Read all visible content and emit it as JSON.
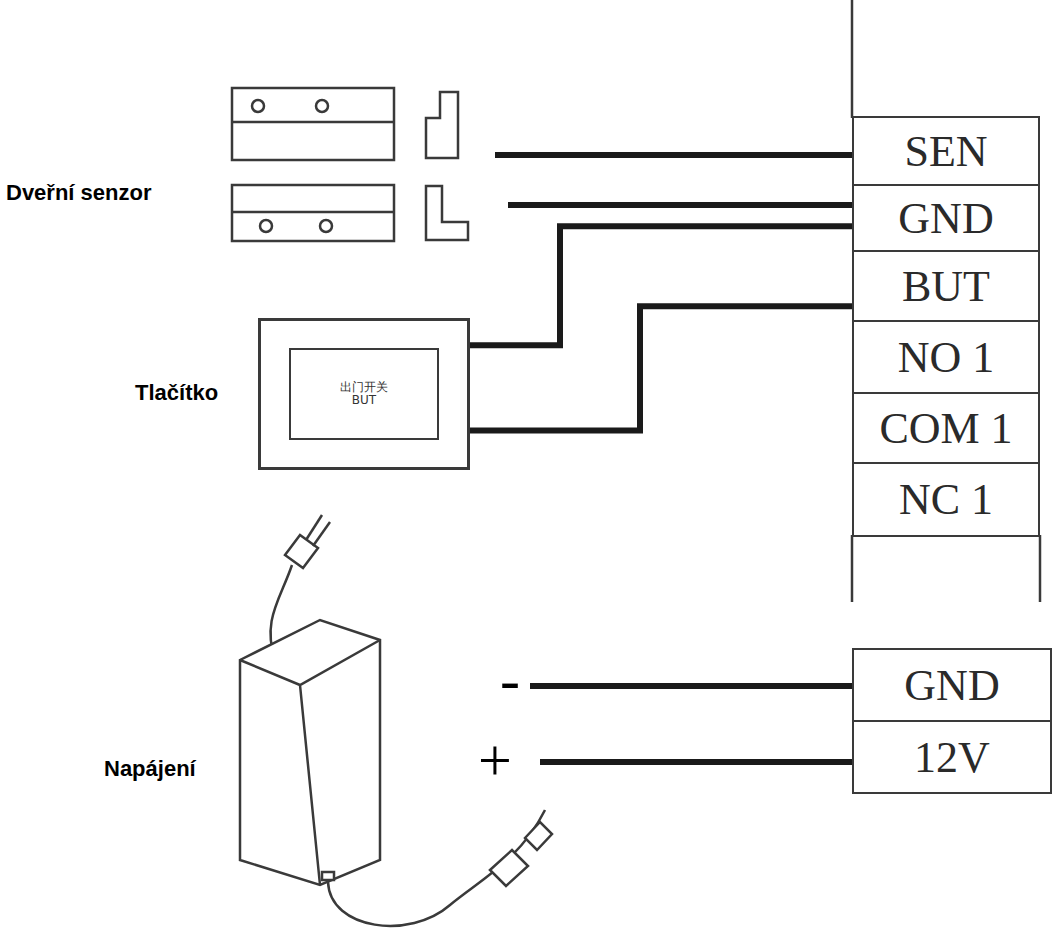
{
  "diagram": {
    "nodes": [
      {
        "text": [
          "SEN"
        ]
      },
      {
        "text": [
          "GND"
        ]
      },
      {
        "text": [
          "BUT"
        ]
      },
      {
        "text": [
          "NO 1"
        ]
      },
      {
        "text": [
          "COM 1"
        ]
      },
      {
        "text": [
          "NC 1"
        ]
      },
      {
        "text": [
          "出门开关",
          "BUT"
        ]
      },
      {
        "text": [
          "GND"
        ]
      },
      {
        "text": [
          "12V"
        ]
      }
    ],
    "edges": [
      {
        "from": 6,
        "to": 1,
        "arrow": "none"
      },
      {
        "from": 6,
        "to": 2,
        "arrow": "none"
      }
    ],
    "labels": [
      "Dveřní senzor",
      "Tlačítko",
      "Napájení",
      "-",
      "+"
    ]
  }
}
